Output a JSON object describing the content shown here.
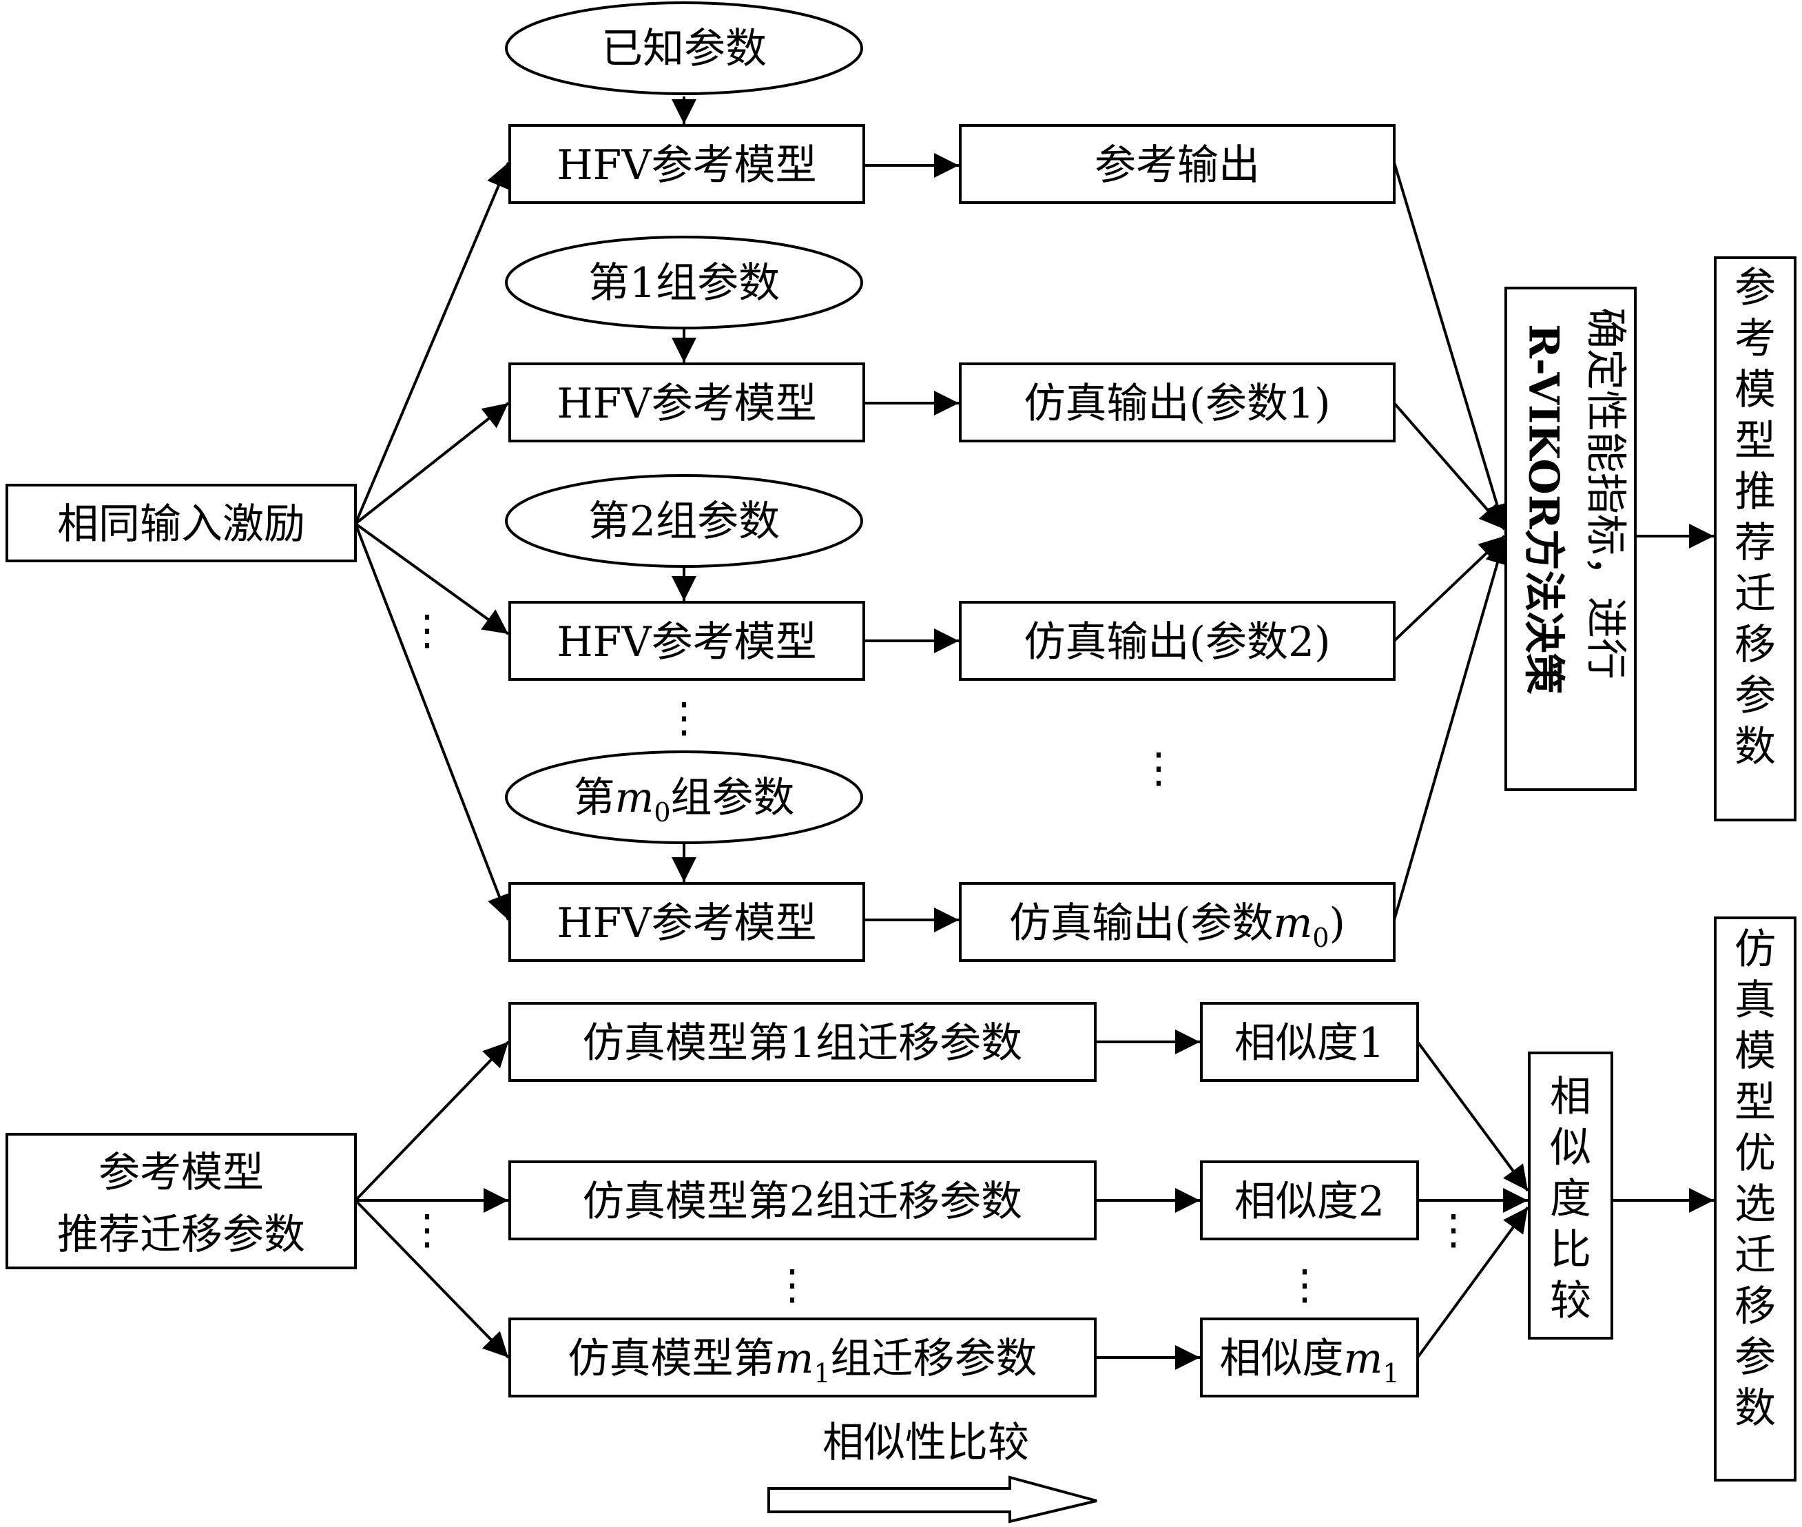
{
  "known_params": "已知参数",
  "hfv_model": "HFV参考模型",
  "ref_output": "参考输出",
  "group1_params": "第1组参数",
  "sim_output1": "仿真输出(参数1)",
  "group2_params": "第2组参数",
  "sim_output2": "仿真输出(参数2)",
  "group_m0_prefix": "第",
  "group_m0_var": "m",
  "group_m0_sub": "0",
  "group_m0_suffix": "组参数",
  "sim_output_m0_prefix": "仿真输出(参数",
  "sim_output_m0_var": "m",
  "sim_output_m0_sub": "0",
  "sim_output_m0_suffix": ")",
  "same_input": "相同输入激励",
  "decision_box_lines": [
    "确定性能指标，进行",
    "R-VIKOR方法决策"
  ],
  "recommend_box": "参考模型推荐迁移参数",
  "ref_recommend_lines": [
    "参考模型",
    "推荐迁移参数"
  ],
  "sim_group1": "仿真模型第1组迁移参数",
  "sim_group2": "仿真模型第2组迁移参数",
  "sim_group_m1_prefix": "仿真模型第",
  "sim_group_m1_var": "m",
  "sim_group_m1_sub": "1",
  "sim_group_m1_suffix": "组迁移参数",
  "similarity1": "相似度1",
  "similarity2": "相似度2",
  "similarity_m1_prefix": "相似度",
  "similarity_m1_var": "m",
  "similarity_m1_sub": "1",
  "similarity_compare_box": "相似度比较",
  "optimal_box": "仿真模型优选迁移参数",
  "similarity_compare_label": "相似性比较",
  "ellipsis": "⋮"
}
